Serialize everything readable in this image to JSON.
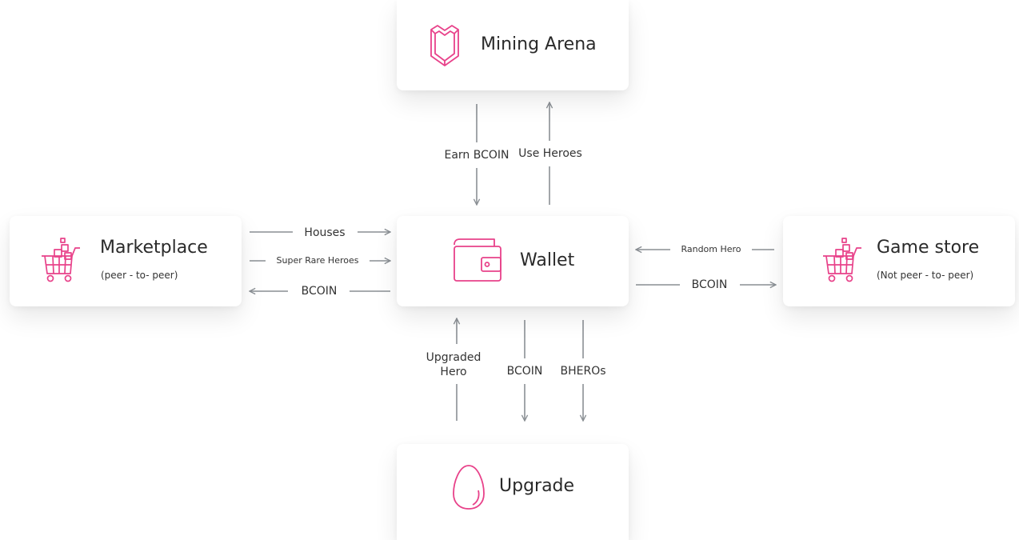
{
  "nodes": {
    "mining": {
      "title": "Mining Arena"
    },
    "wallet": {
      "title": "Wallet"
    },
    "marketplace": {
      "title": "Marketplace",
      "subtitle": "(peer - to- peer)"
    },
    "store": {
      "title": "Game store",
      "subtitle": "(Not peer - to- peer)"
    },
    "upgrade": {
      "title": "Upgrade"
    }
  },
  "flows": {
    "earn_bcoin": "Earn BCOIN",
    "use_heroes": "Use Heroes",
    "houses": "Houses",
    "super_rare_heroes": "Super Rare Heroes",
    "market_bcoin": "BCOIN",
    "random_hero": "Random Hero",
    "store_bcoin": "BCOIN",
    "upgraded_hero_line1": "Upgraded",
    "upgraded_hero_line2": "Hero",
    "upgrade_bcoin": "BCOIN",
    "bheros": "BHEROs"
  },
  "colors": {
    "accent": "#e8428a",
    "arrow": "#8a8f94"
  },
  "icons": {
    "mining": "shield-icon",
    "wallet": "wallet-icon",
    "marketplace": "shopping-cart-icon",
    "store": "shopping-cart-icon",
    "upgrade": "egg-icon"
  }
}
